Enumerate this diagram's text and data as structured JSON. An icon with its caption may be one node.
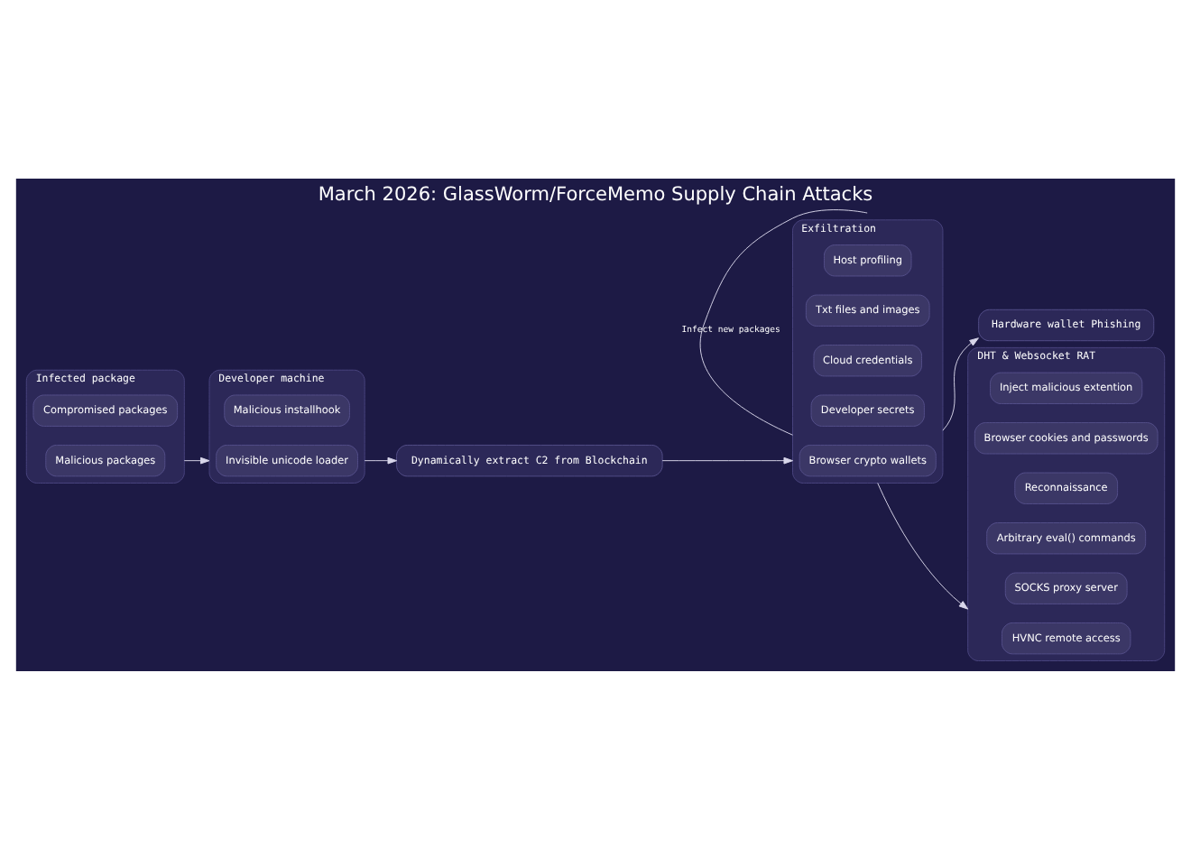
{
  "diagram": {
    "title": "March 2026: GlassWorm/ForceMemo Supply Chain Attacks",
    "nodes": [
      {
        "text": [
          "Infected package"
        ]
      },
      {
        "text": [
          "Malicious packages"
        ],
        "in": 0
      },
      {
        "text": [
          "Compromised packages"
        ],
        "in": 0
      },
      {
        "text": [
          "Developer machine"
        ]
      },
      {
        "text": [
          "Invisible unicode loader"
        ],
        "in": 3
      },
      {
        "text": [
          "Malicious installhook"
        ],
        "in": 3
      },
      {
        "text": [
          "Dynamically extract C2 from Blockchain"
        ]
      },
      {
        "text": [
          "Exfiltration"
        ]
      },
      {
        "text": [
          "Browser crypto wallets"
        ],
        "in": 7
      },
      {
        "text": [
          "Developer secrets"
        ],
        "in": 7
      },
      {
        "text": [
          "Cloud credentials"
        ],
        "in": 7
      },
      {
        "text": [
          "Txt files and images"
        ],
        "in": 7
      },
      {
        "text": [
          "Host profiling"
        ],
        "in": 7
      },
      {
        "text": [
          "Hardware wallet Phishing"
        ]
      },
      {
        "text": [
          "DHT & Websocket RAT"
        ]
      },
      {
        "text": [
          "HVNC remote access"
        ],
        "in": 14
      },
      {
        "text": [
          "SOCKS proxy server"
        ],
        "in": 14
      },
      {
        "text": [
          "Arbitrary eval() commands"
        ],
        "in": 14
      },
      {
        "text": [
          "Reconnaissance"
        ],
        "in": 14
      },
      {
        "text": [
          "Browser cookies and passwords"
        ],
        "in": 14
      },
      {
        "text": [
          "Inject malicious extention"
        ],
        "in": 14
      }
    ],
    "edges": [
      {
        "from": 0,
        "to": 3,
        "arrow": "to"
      },
      {
        "from": 3,
        "to": 6,
        "arrow": "to"
      },
      {
        "from": 6,
        "to": 7,
        "arrow": "to"
      },
      {
        "from": 7,
        "to": 13,
        "arrow": "to"
      },
      {
        "from": 7,
        "to": 14,
        "arrow": "to"
      },
      {
        "from": 7,
        "to": null,
        "arrow": "none",
        "label": "Infect new packages"
      }
    ]
  }
}
